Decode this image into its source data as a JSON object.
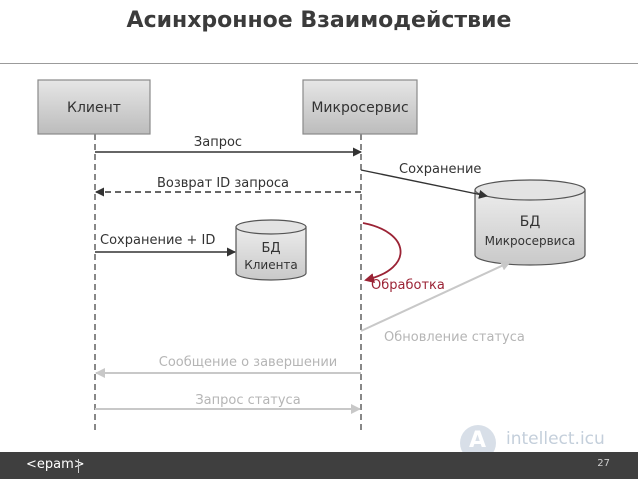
{
  "title": "Асинхронное Взаимодействие",
  "participants": {
    "client": "Клиент",
    "service": "Микросервис"
  },
  "databases": {
    "client_db": {
      "line1": "БД",
      "line2": "Клиента"
    },
    "service_db": {
      "line1": "БД",
      "line2": "Микросервиса"
    }
  },
  "messages": {
    "request": "Запрос",
    "return_id": "Возврат ID запроса",
    "save": "Сохранение",
    "save_id": "Сохранение + ID",
    "processing": "Обработка",
    "status_update": "Обновление статуса",
    "completion": "Сообщение о завершении",
    "status_request": "Запрос статуса"
  },
  "footer": {
    "logo": "<epam>",
    "page": "27"
  },
  "watermark": {
    "letter": "A",
    "text": "intellect.icu"
  },
  "colors": {
    "lifeline": "#555555",
    "box_fill": "#c8c8c8",
    "db_fill": "#dcdcdc",
    "processing": "#9b2335",
    "faded": "#c8c8c8",
    "footer_bg": "#3f3f3f"
  }
}
